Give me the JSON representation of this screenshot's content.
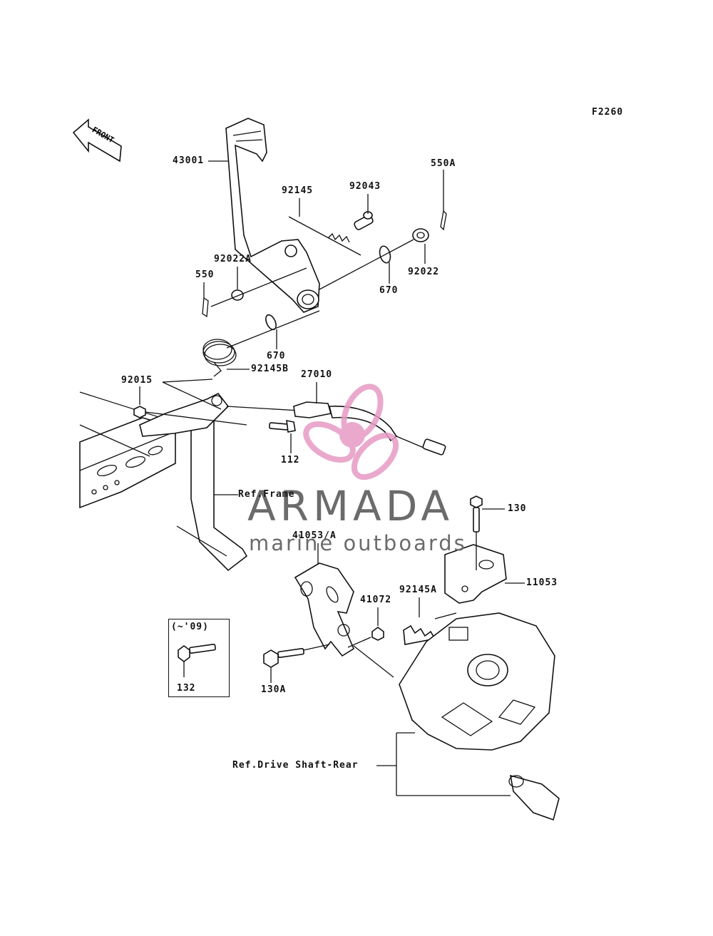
{
  "diagram_code": "F2260",
  "direction_arrow": "FRONT",
  "watermark": {
    "name": "ARMADA",
    "subtitle": "marine outboards",
    "logo_color": "#e79bc4"
  },
  "labels": {
    "p43001": "43001",
    "p92145": "92145",
    "p92043": "92043",
    "p550A": "550A",
    "p92022A": "92022A",
    "p550": "550",
    "p670a": "670",
    "p92022": "92022",
    "p670b": "670",
    "p92145B": "92145B",
    "p92015": "92015",
    "p27010": "27010",
    "p112": "112",
    "ref_frame": "Ref.Frame",
    "p130": "130",
    "p41053A": "41053/A",
    "p11053": "11053",
    "p41072": "41072",
    "p92145A": "92145A",
    "version_note": "(~'09)",
    "p132": "132",
    "p130A": "130A",
    "ref_drive_shaft": "Ref.Drive Shaft-Rear"
  }
}
